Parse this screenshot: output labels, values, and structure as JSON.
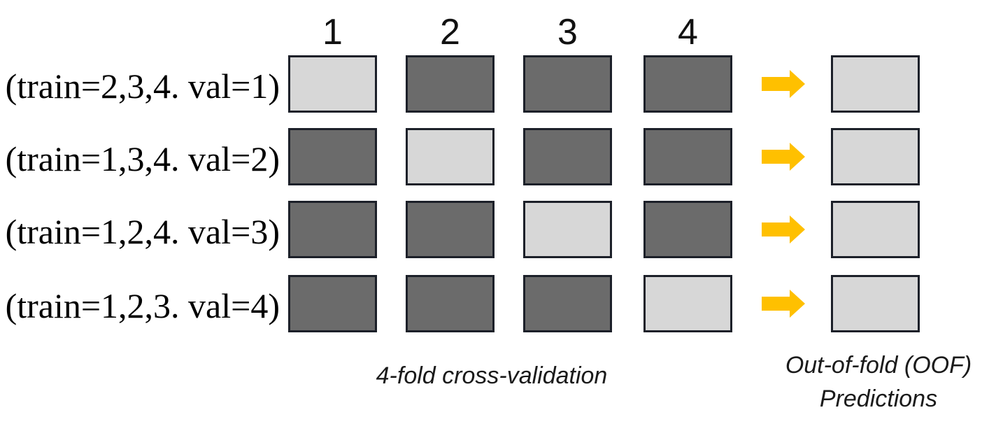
{
  "columns": [
    "1",
    "2",
    "3",
    "4"
  ],
  "rows": [
    {
      "label": "(train=2,3,4. val=1)",
      "cells": [
        "val",
        "train",
        "train",
        "train"
      ]
    },
    {
      "label": "(train=1,3,4. val=2)",
      "cells": [
        "train",
        "val",
        "train",
        "train"
      ]
    },
    {
      "label": "(train=1,2,4. val=3)",
      "cells": [
        "train",
        "train",
        "val",
        "train"
      ]
    },
    {
      "label": "(train=1,2,3. val=4)",
      "cells": [
        "train",
        "train",
        "train",
        "val"
      ]
    }
  ],
  "arrow": {
    "icon": "right-arrow"
  },
  "captions": {
    "cv": "4-fold cross-validation",
    "oof_line1": "Out-of-fold (OOF)",
    "oof_line2": "Predictions"
  },
  "colors": {
    "train_fill": "#6b6b6b",
    "val_fill": "#d7d7d7",
    "oof_fill": "#d7d7d7",
    "box_border": "#1c2029",
    "arrow": "#ffc000",
    "text": "#000000"
  }
}
